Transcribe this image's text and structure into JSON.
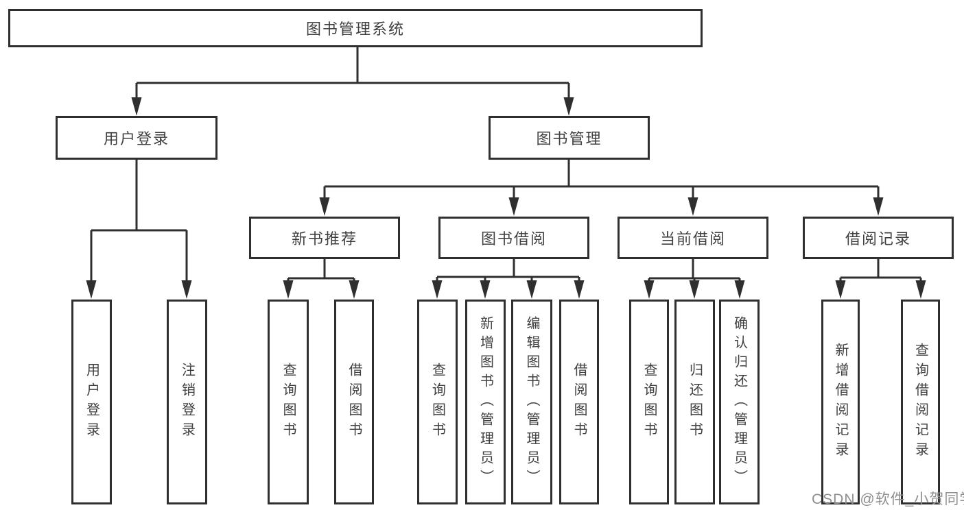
{
  "diagram": {
    "title": "图书管理系统",
    "type": "hierarchy-tree",
    "colors": {
      "line": "#2f2f2f",
      "box_border": "#2f2f2f",
      "box_background": "#ffffff",
      "text": "#404040",
      "watermark_text": "#8f8f8f",
      "page_background": "#ffffff"
    },
    "tree": {
      "label": "图书管理系统",
      "children": [
        {
          "label": "用户登录",
          "children": [
            {
              "label": "用户登录"
            },
            {
              "label": "注销登录"
            }
          ]
        },
        {
          "label": "图书管理",
          "children": [
            {
              "label": "新书推荐",
              "children": [
                {
                  "label": "查询图书"
                },
                {
                  "label": "借阅图书"
                }
              ]
            },
            {
              "label": "图书借阅",
              "children": [
                {
                  "label": "查询图书"
                },
                {
                  "label": "新增图书（管理员）"
                },
                {
                  "label": "编辑图书（管理员）"
                },
                {
                  "label": "借阅图书"
                }
              ]
            },
            {
              "label": "当前借阅",
              "children": [
                {
                  "label": "查询图书"
                },
                {
                  "label": "归还图书"
                },
                {
                  "label": "确认归还（管理员）"
                }
              ]
            },
            {
              "label": "借阅记录",
              "children": [
                {
                  "label": "新增借阅记录"
                },
                {
                  "label": "查询借阅记录"
                }
              ]
            }
          ]
        }
      ]
    },
    "watermark": "CSDN @软件_小贺同学"
  }
}
